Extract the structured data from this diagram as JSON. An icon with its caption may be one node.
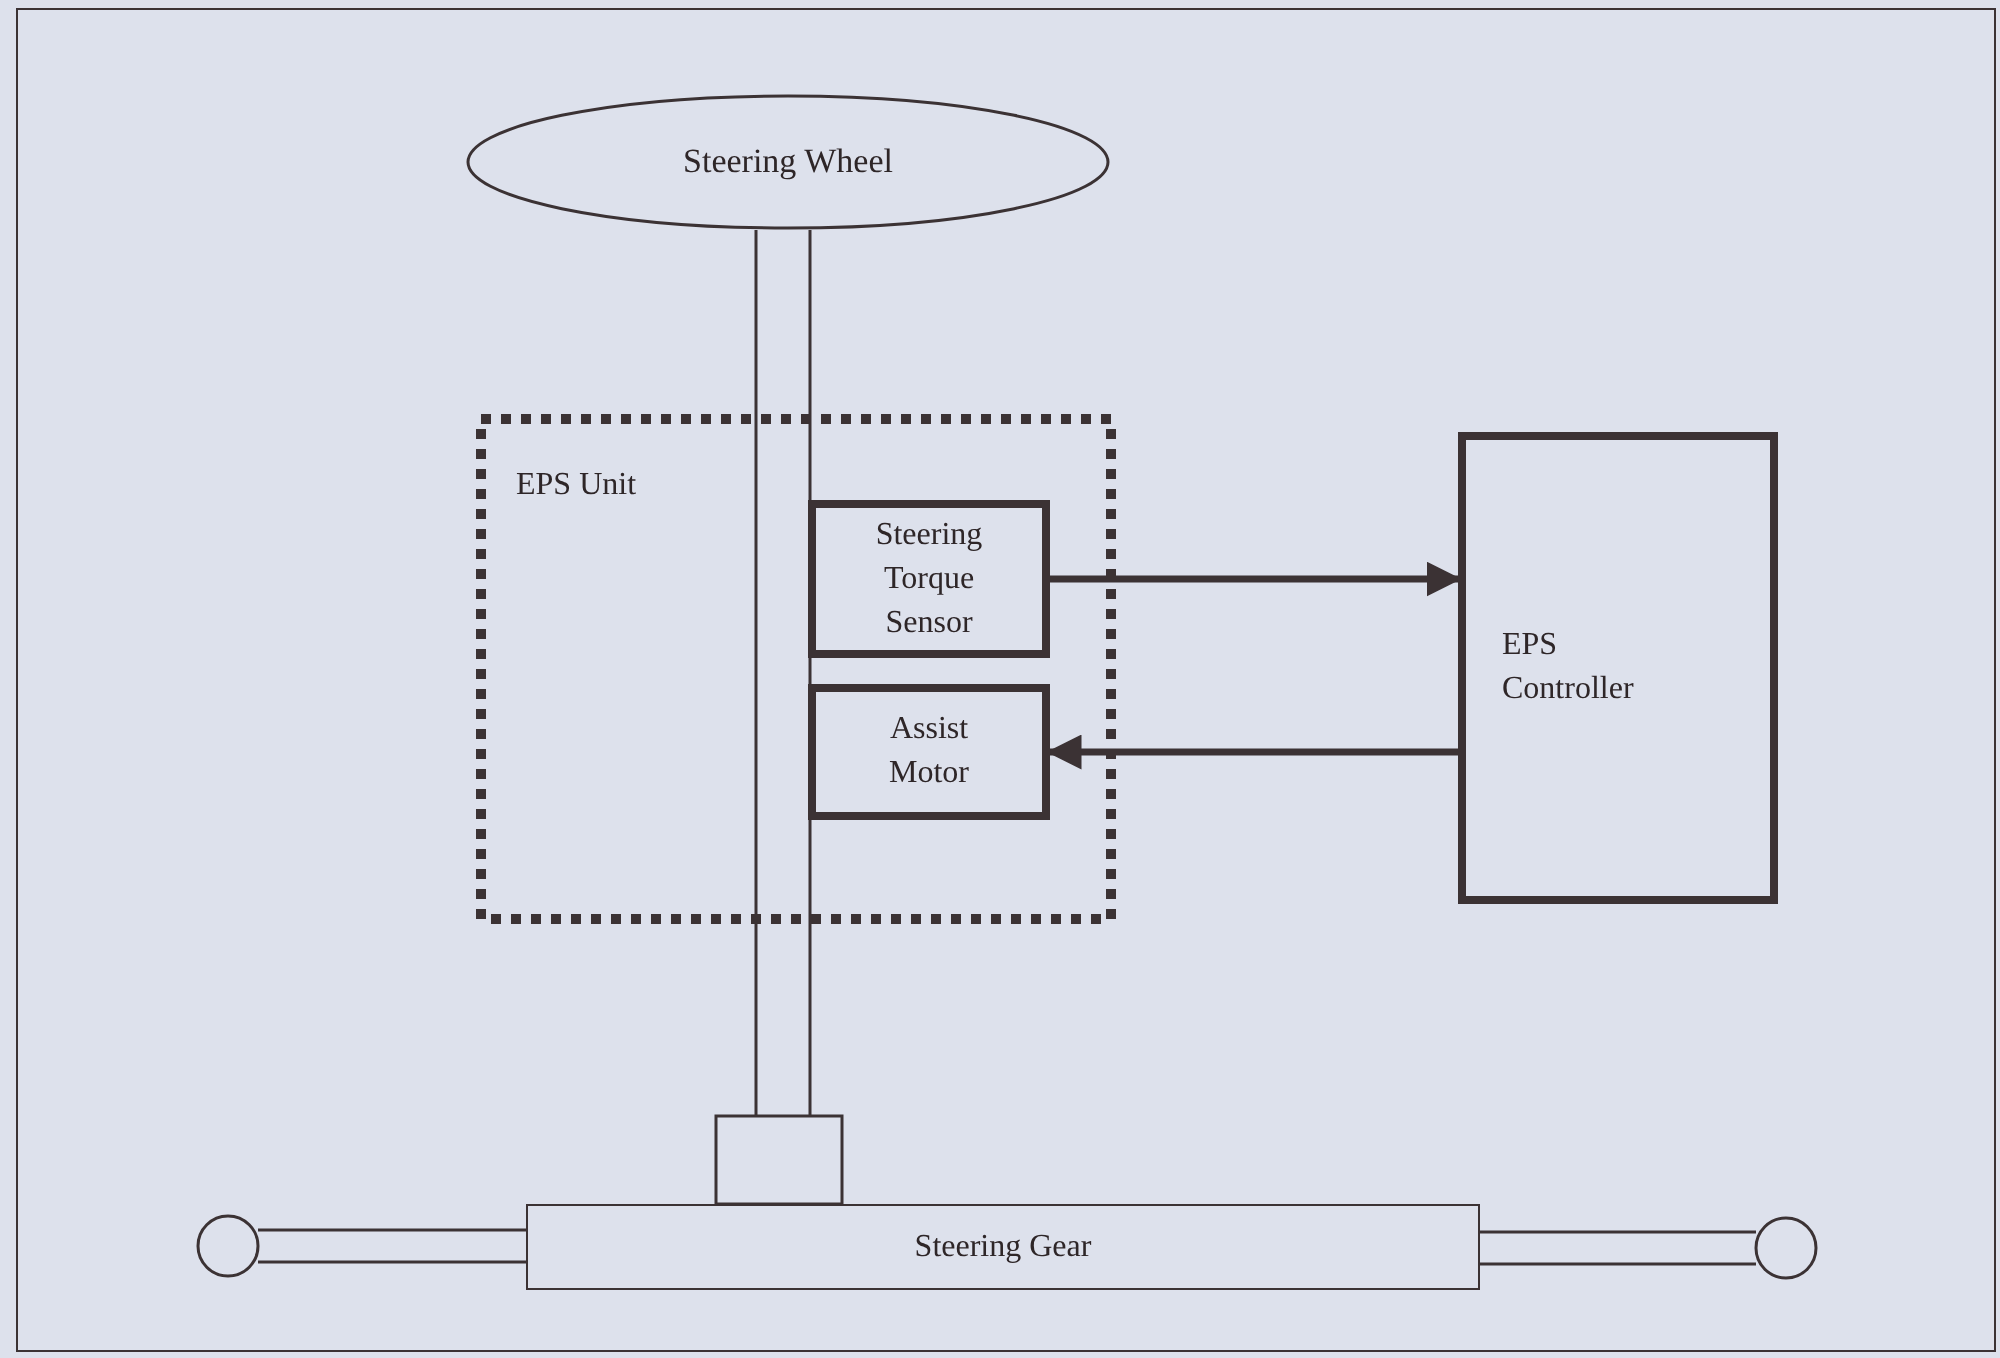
{
  "diagram": {
    "nodes": [
      {
        "text": [
          "Steering Wheel"
        ]
      },
      {
        "text": [
          "EPS Unit"
        ]
      },
      {
        "text": [
          "Steering Torque Sensor"
        ],
        "in": 1
      },
      {
        "text": [
          "Assist Motor"
        ],
        "in": 1
      },
      {
        "text": [
          "EPS Controller"
        ]
      },
      {
        "text": [
          "Steering Gear"
        ]
      }
    ],
    "edges": [
      {
        "from": 2,
        "to": 4,
        "arrow": "to"
      },
      {
        "from": 4,
        "to": 3,
        "arrow": "to"
      }
    ]
  }
}
